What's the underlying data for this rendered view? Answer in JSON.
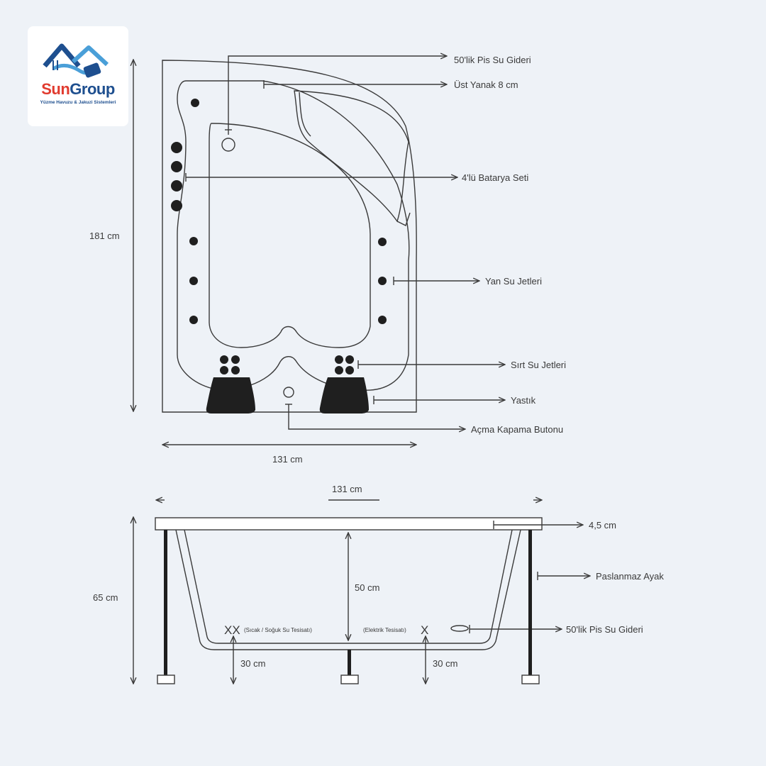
{
  "brand": {
    "name_part1": "Sun",
    "name_part2": "Group",
    "tagline": "Yüzme Havuzu & Jakuzi Sistemleri",
    "colors": {
      "red": "#e13b2f",
      "blue": "#1e4f8f",
      "light_blue": "#4a9fd8"
    }
  },
  "top_view": {
    "height_label": "181 cm",
    "width_label": "131 cm",
    "callouts": {
      "drain": "50'lik Pis Su Gideri",
      "top_rim": "Üst Yanak 8 cm",
      "faucet_set": "4'lü Batarya Seti",
      "side_jets": "Yan Su Jetleri",
      "back_jets": "Sırt Su Jetleri",
      "pillow": "Yastık",
      "power_button": "Açma Kapama Butonu"
    }
  },
  "side_view": {
    "width_label": "131 cm",
    "height_label": "65 cm",
    "depth_label": "50 cm",
    "rim_label": "4,5 cm",
    "legs_label": "Paslanmaz Ayak",
    "drain_label": "50'lik Pis Su Gideri",
    "hot_cold_label": "(Sıcak / Soğuk Su Tesisatı)",
    "electric_label": "(Elektrik Tesisatı)",
    "hot_cold_mark": "XX",
    "electric_mark": "X",
    "left_floor_label": "30 cm",
    "right_floor_label": "30 cm"
  },
  "colors": {
    "line": "#3a3a3a",
    "fill_dark": "#1f1f1f",
    "background": "#eef2f7"
  }
}
